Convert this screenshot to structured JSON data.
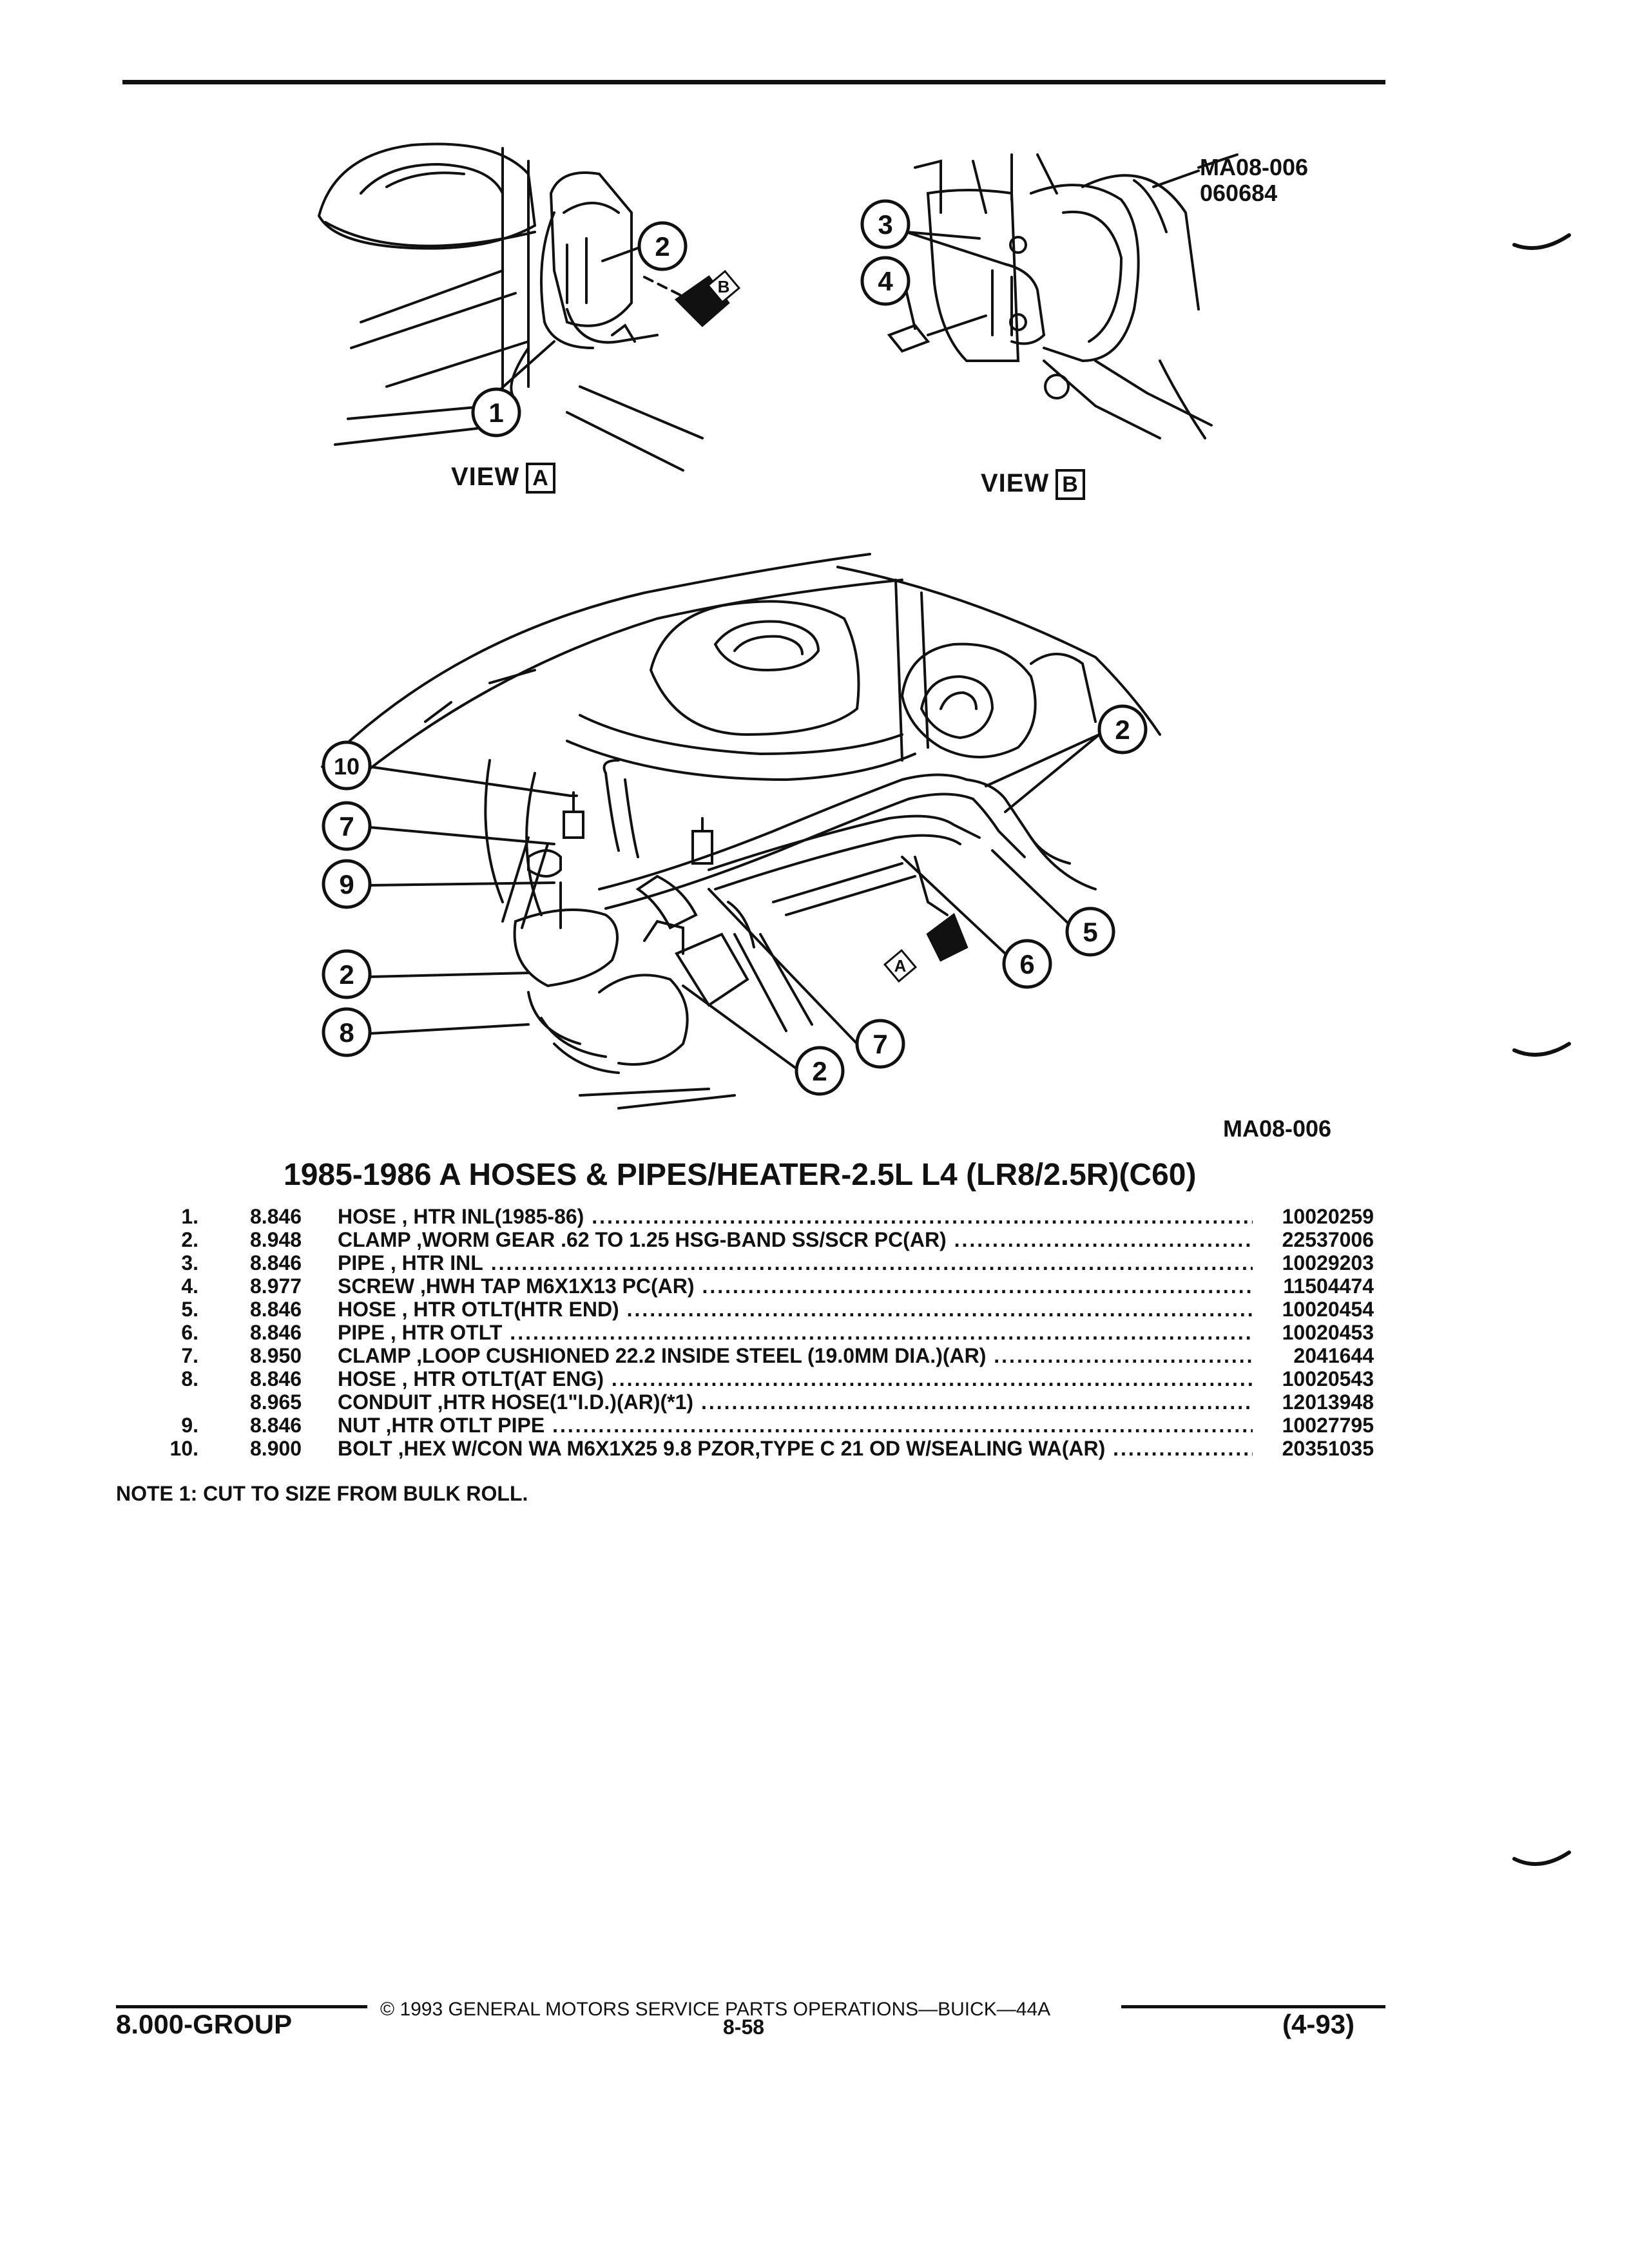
{
  "figure": {
    "view_a_label": "VIEW",
    "view_a_box": "A",
    "view_b_label": "VIEW",
    "view_b_box": "B",
    "code_top": "MA08-006",
    "code_top_sub": "060684",
    "code_bottom": "MA08-006",
    "callouts_view_a": [
      "2",
      "1"
    ],
    "arrow_b": "B",
    "callouts_view_b": [
      "3",
      "4"
    ],
    "arrow_a": "A",
    "callouts_main": [
      "10",
      "7",
      "9",
      "2",
      "8",
      "2",
      "5",
      "6",
      "7",
      "2"
    ]
  },
  "title": "1985-1986 A HOSES & PIPES/HEATER-2.5L L4 (LR8/2.5R)(C60)",
  "parts": [
    {
      "num": "1.",
      "group": "8.846",
      "desc": "HOSE , HTR INL(1985-86)",
      "part": "10020259"
    },
    {
      "num": "2.",
      "group": "8.948",
      "desc": "CLAMP ,WORM GEAR .62 TO 1.25 HSG-BAND SS/SCR PC(AR)",
      "part": "22537006"
    },
    {
      "num": "3.",
      "group": "8.846",
      "desc": "PIPE , HTR INL",
      "part": "10029203"
    },
    {
      "num": "4.",
      "group": "8.977",
      "desc": "SCREW ,HWH TAP M6X1X13 PC(AR)",
      "part": "11504474"
    },
    {
      "num": "5.",
      "group": "8.846",
      "desc": "HOSE , HTR OTLT(HTR END)",
      "part": "10020454"
    },
    {
      "num": "6.",
      "group": "8.846",
      "desc": "PIPE , HTR OTLT",
      "part": "10020453"
    },
    {
      "num": "7.",
      "group": "8.950",
      "desc": "CLAMP ,LOOP CUSHIONED 22.2 INSIDE STEEL (19.0MM DIA.)(AR)",
      "part": "2041644"
    },
    {
      "num": "8.",
      "group": "8.846",
      "desc": "HOSE , HTR OTLT(AT ENG)",
      "part": "10020543"
    },
    {
      "num": "",
      "group": "8.965",
      "desc": "CONDUIT ,HTR HOSE(1\"I.D.)(AR)(*1)",
      "part": "12013948"
    },
    {
      "num": "9.",
      "group": "8.846",
      "desc": "NUT ,HTR OTLT PIPE",
      "part": "10027795"
    },
    {
      "num": "10.",
      "group": "8.900",
      "desc": "BOLT ,HEX W/CON WA M6X1X25 9.8 PZOR,TYPE C 21 OD W/SEALING WA(AR)",
      "part": "20351035"
    }
  ],
  "note": "NOTE  1:  CUT TO SIZE FROM BULK ROLL.",
  "footer": {
    "copyright": "© 1993  GENERAL MOTORS SERVICE PARTS OPERATIONS—BUICK—44A",
    "group": "8.000-GROUP",
    "page": "8-58",
    "date": "(4-93)"
  }
}
